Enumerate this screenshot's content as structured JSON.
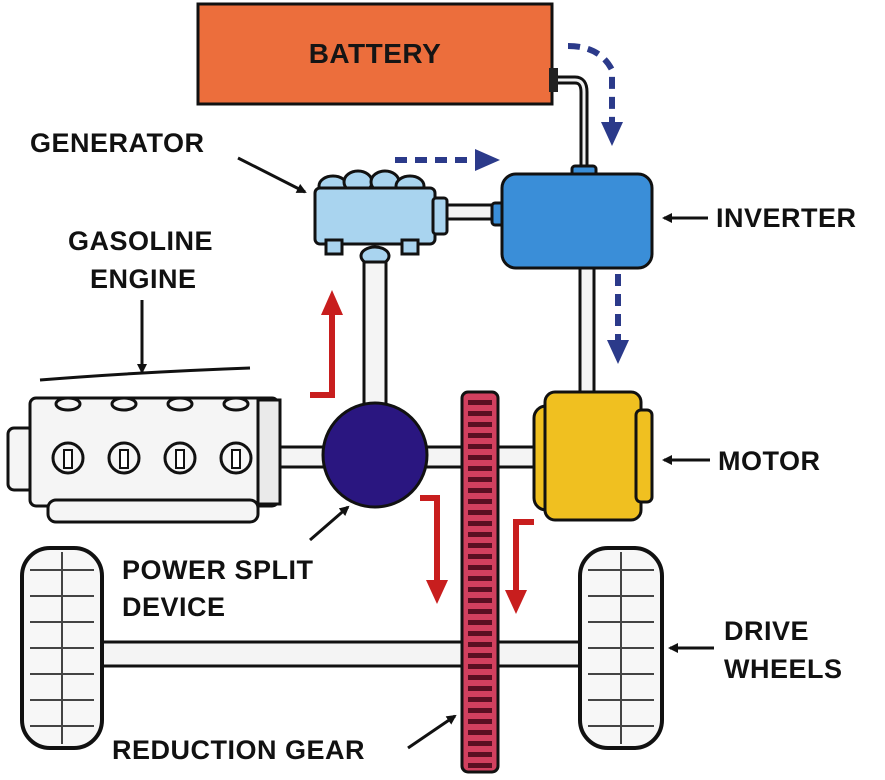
{
  "labels": {
    "battery": "BATTERY",
    "generator": "GENERATOR",
    "inverter": "INVERTER",
    "gasoline_engine_line1": "GASOLINE",
    "gasoline_engine_line2": "ENGINE",
    "motor": "MOTOR",
    "power_split_line1": "POWER SPLIT",
    "power_split_line2": "DEVICE",
    "drive_wheels_line1": "DRIVE",
    "drive_wheels_line2": "WHEELS",
    "reduction_gear": "REDUCTION GEAR"
  },
  "colors": {
    "battery": "#ec6e3c",
    "generator": "#a9d4ef",
    "inverter": "#3a8ed8",
    "motor": "#f0c020",
    "power_split": "#2a1680",
    "gear": "#d2405f",
    "electric_flow": "#2b3a8a",
    "mechanical_flow": "#c81e1e",
    "engine": "#f5f5f5",
    "outline": "#111111"
  }
}
